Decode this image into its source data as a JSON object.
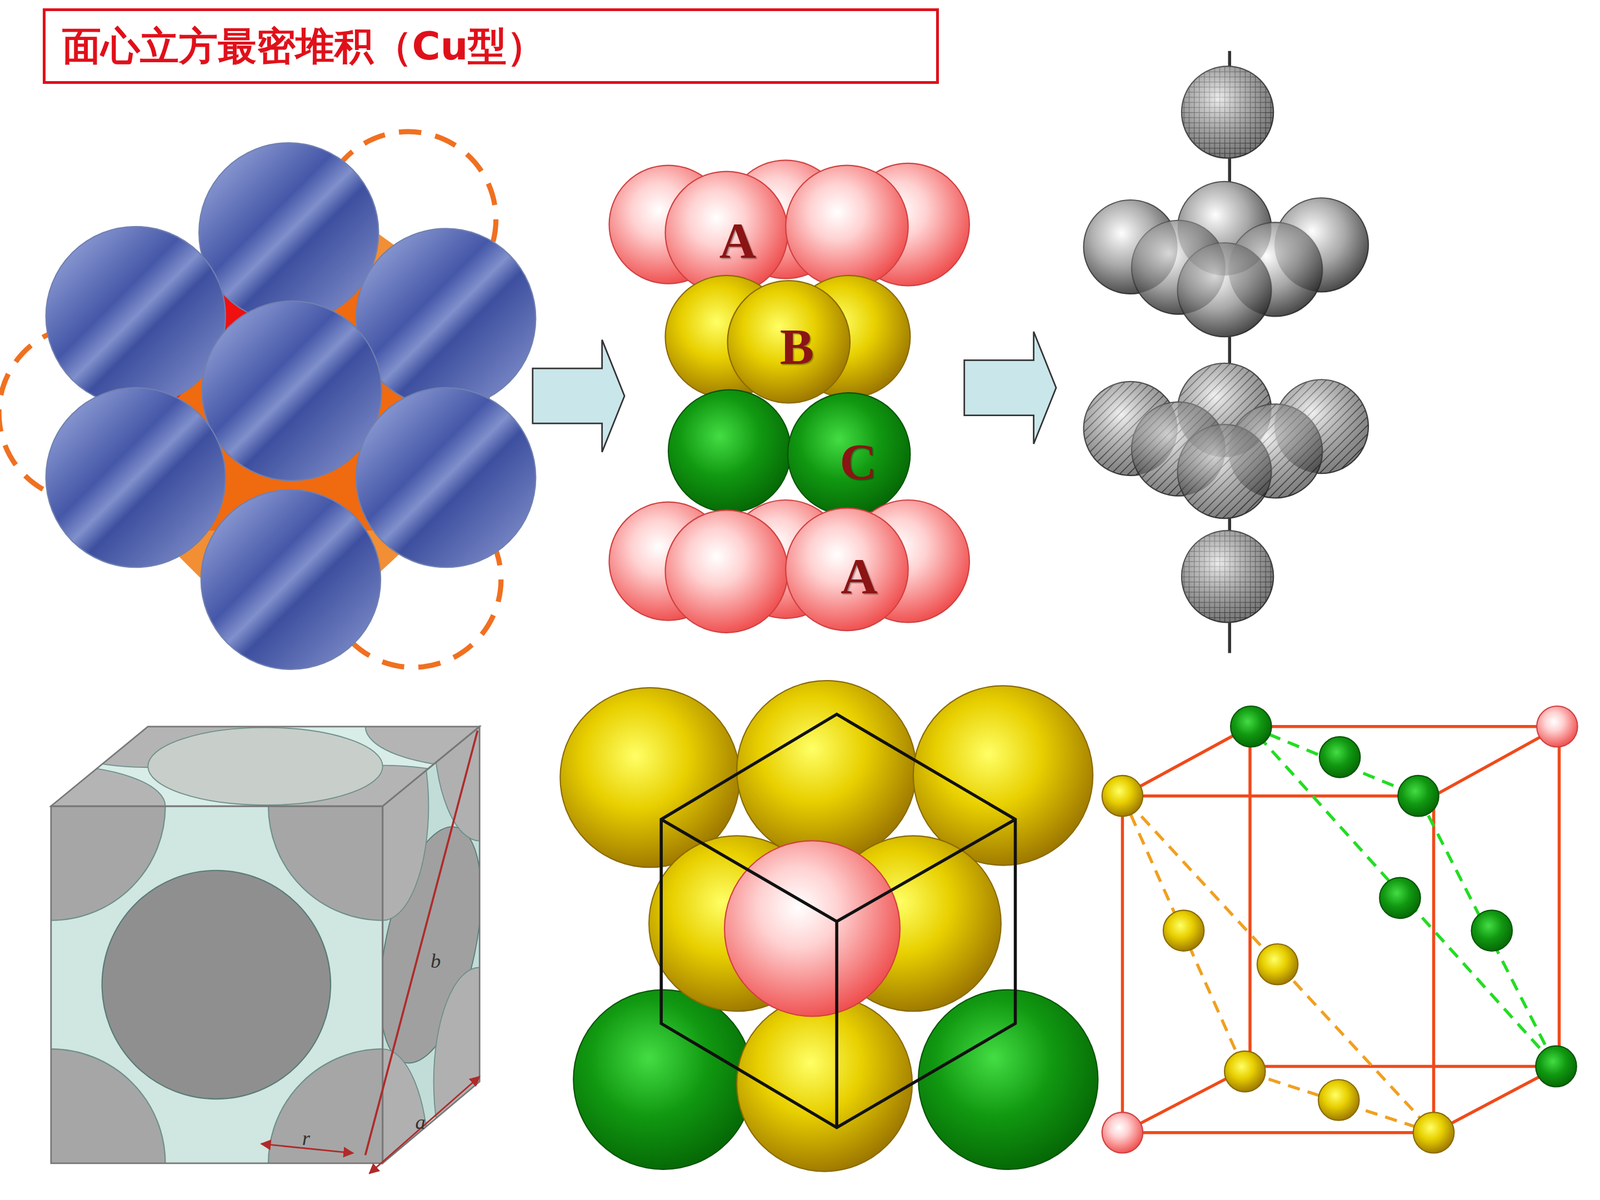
{
  "diagram": {
    "title": "面心立方最密堆积（Cu型）",
    "labels": [
      "A",
      "B",
      "C",
      "A",
      "b",
      "a",
      "r"
    ]
  }
}
